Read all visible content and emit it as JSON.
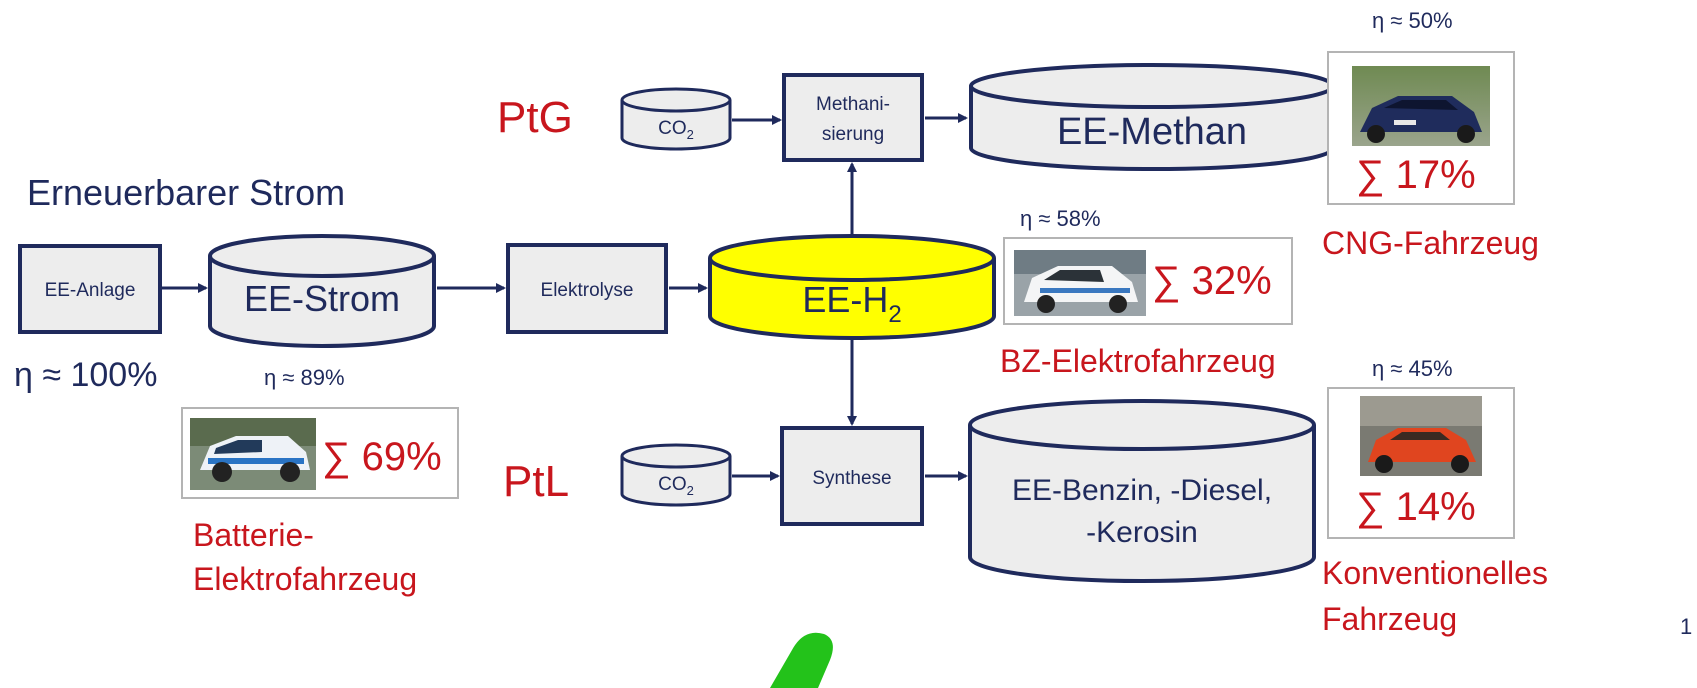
{
  "colors": {
    "navy": "#1f2a5c",
    "red": "#c8161d",
    "yellow": "#ffff00",
    "box_fill": "#ededed",
    "photo_border": "#b4b4b4"
  },
  "title": "Erneuerbarer Strom",
  "nodes": {
    "anlage": "EE-Anlage",
    "strom": "EE-Strom",
    "elektrolyse": "Elektrolyse",
    "h2_main": "EE-H",
    "h2_sub": "2",
    "co2_main": "CO",
    "co2_sub": "2",
    "methanisierung_1": "Methani-",
    "methanisierung_2": "sierung",
    "methan": "EE-Methan",
    "synthese": "Synthese",
    "fuels_1": "EE-Benzin, -Diesel,",
    "fuels_2": "-Kerosin"
  },
  "paths": {
    "ptg": "PtG",
    "ptl": "PtL"
  },
  "efficiencies": {
    "anlage": "η ≈ 100%",
    "strom": "η ≈ 89%",
    "h2": "η ≈ 58%",
    "methan": "η ≈ 50%",
    "fuels": "η ≈ 45%"
  },
  "vehicles": {
    "battery": {
      "sum": "∑ 69%",
      "label_1": "Batterie-",
      "label_2": "Elektrofahrzeug",
      "photo_icon": "car-photo-icon"
    },
    "fuelcell": {
      "sum": "∑ 32%",
      "label": "BZ-Elektrofahrzeug",
      "photo_icon": "suv-photo-icon"
    },
    "cng": {
      "sum": "∑ 17%",
      "label": "CNG-Fahrzeug",
      "photo_icon": "sedan-photo-icon"
    },
    "conventional": {
      "sum": "∑ 14%",
      "label_1": "Konventionelles",
      "label_2": "Fahrzeug",
      "photo_icon": "classic-car-photo-icon"
    }
  },
  "page_number": "1"
}
